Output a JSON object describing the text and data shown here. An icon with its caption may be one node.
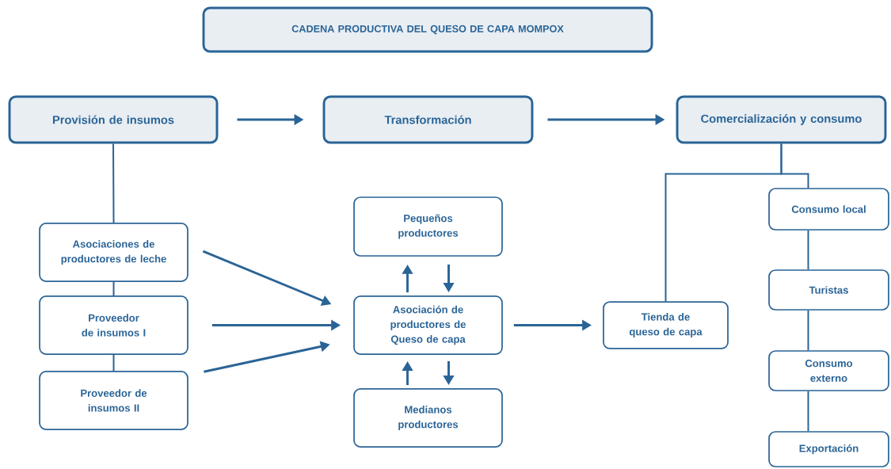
{
  "diagram": {
    "nodes": [
      {
        "text": [
          "CADENA PRODUCTIVA DEL QUESO DE CAPA MOMPOX"
        ]
      },
      {
        "text": [
          "Provisión de insumos"
        ]
      },
      {
        "text": [
          "Transformación"
        ]
      },
      {
        "text": [
          "Comercialización y consumo"
        ]
      },
      {
        "text": [
          "Asociaciones de productores de leche"
        ]
      },
      {
        "text": [
          "Proveedor de insumos I"
        ]
      },
      {
        "text": [
          "Proveedor de insumos II"
        ]
      },
      {
        "text": [
          "Pequeños productores"
        ]
      },
      {
        "text": [
          "Asociación de productores de Queso de capa"
        ]
      },
      {
        "text": [
          "Medianos productores"
        ]
      },
      {
        "text": [
          "Tienda de queso de capa"
        ]
      },
      {
        "text": [
          "Consumo local"
        ]
      },
      {
        "text": [
          "Turistas"
        ]
      },
      {
        "text": [
          "Consumo externo"
        ]
      },
      {
        "text": [
          "Exportación"
        ]
      }
    ],
    "edges": [
      {
        "from": 1,
        "to": 2,
        "arrow": "to"
      },
      {
        "from": 2,
        "to": 3,
        "arrow": "to"
      },
      {
        "from": 1,
        "to": 4,
        "arrow": "none"
      },
      {
        "from": 4,
        "to": 5,
        "arrow": "none"
      },
      {
        "from": 5,
        "to": 6,
        "arrow": "none"
      },
      {
        "from": 4,
        "to": 8,
        "arrow": "to"
      },
      {
        "from": 5,
        "to": 8,
        "arrow": "to"
      },
      {
        "from": 6,
        "to": 8,
        "arrow": "to"
      },
      {
        "from": 8,
        "to": 7,
        "arrow": "to"
      },
      {
        "from": 7,
        "to": 8,
        "arrow": "to"
      },
      {
        "from": 9,
        "to": 8,
        "arrow": "to"
      },
      {
        "from": 8,
        "to": 9,
        "arrow": "to"
      },
      {
        "from": 8,
        "to": 10,
        "arrow": "to"
      },
      {
        "from": 3,
        "to": 10,
        "arrow": "none"
      },
      {
        "from": 3,
        "to": 11,
        "arrow": "none"
      },
      {
        "from": 11,
        "to": 12,
        "arrow": "none"
      },
      {
        "from": 12,
        "to": 13,
        "arrow": "none"
      },
      {
        "from": 13,
        "to": 14,
        "arrow": "none"
      }
    ]
  }
}
